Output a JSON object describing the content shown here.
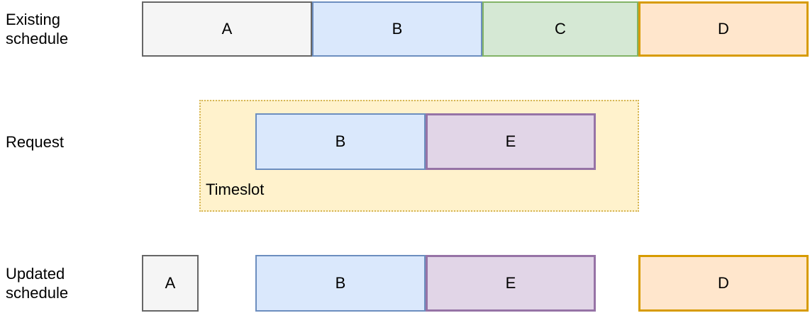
{
  "palette": {
    "gray": {
      "fill": "#f5f5f5",
      "stroke": "#666666"
    },
    "blue": {
      "fill": "#dae8fc",
      "stroke": "#6c8ebf"
    },
    "green": {
      "fill": "#d5e8d4",
      "stroke": "#82b366"
    },
    "orange": {
      "fill": "#ffe6cc",
      "stroke": "#d79b00"
    },
    "purple": {
      "fill": "#e1d5e7",
      "stroke": "#9673a6"
    },
    "yellow": {
      "fill": "#fff2cc",
      "stroke": "#d6b656"
    }
  },
  "rows": {
    "existing": {
      "label": "Existing\nschedule",
      "boxes": [
        {
          "label": "A",
          "palette": "gray"
        },
        {
          "label": "B",
          "palette": "blue"
        },
        {
          "label": "C",
          "palette": "green"
        },
        {
          "label": "D",
          "palette": "orange"
        }
      ]
    },
    "request": {
      "label": "Request",
      "timeslot_label": "Timeslot",
      "boxes": [
        {
          "label": "B",
          "palette": "blue"
        },
        {
          "label": "E",
          "palette": "purple"
        }
      ]
    },
    "updated": {
      "label": "Updated\nschedule",
      "boxes": [
        {
          "label": "A",
          "palette": "gray"
        },
        {
          "label": "B",
          "palette": "blue"
        },
        {
          "label": "E",
          "palette": "purple"
        },
        {
          "label": "D",
          "palette": "orange"
        }
      ]
    }
  }
}
